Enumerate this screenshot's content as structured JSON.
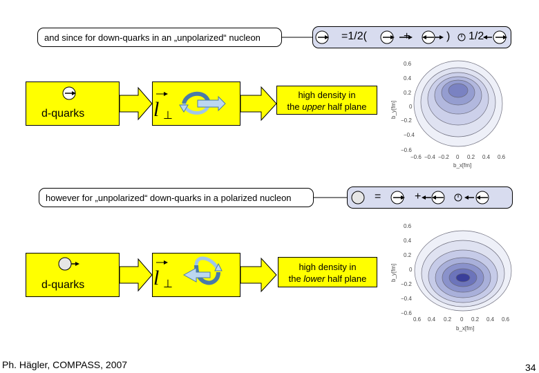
{
  "row1": {
    "intro": "and since for down-quarks in an „unpolarized“ nucleon",
    "eq": {
      "t1": "=1/2(",
      "t2": "+",
      "t3": ")",
      "t4": "1/2"
    },
    "quark_label": "d-quarks",
    "density_line1": "high density in",
    "density_pre": "the ",
    "density_em": "upper",
    "density_post": " half plane",
    "plot": {
      "yticks": [
        "0.6",
        "0.4",
        "0.2",
        "0",
        "−0.2",
        "−0.4",
        "−0.6"
      ],
      "xticks": [
        "−0.6",
        "−0.4",
        "−0.2",
        "0",
        "0.2",
        "0.4",
        "0.6"
      ],
      "ylabel": "b_y[fm]",
      "xlabel": "b_x[fm]"
    }
  },
  "row2": {
    "intro": "however for „unpolarized“ down-quarks in a polarized nucleon",
    "eq": {
      "t1": "=",
      "t2": "+"
    },
    "quark_label": "d-quarks",
    "density_line1": "high density in",
    "density_pre": "the ",
    "density_em": "lower",
    "density_post": " half plane",
    "plot": {
      "yticks": [
        "0.6",
        "0.4",
        "0.2",
        "0",
        "−0.2",
        "−0.4",
        "−0.6"
      ],
      "xticks": [
        "0.6",
        "0.4",
        "0.2",
        "0",
        "0.2",
        "0.4",
        "0.6"
      ],
      "ylabel": "b_y[fm]",
      "xlabel": "b_x[fm]"
    }
  },
  "footer": {
    "credit": "Ph. Hägler, COMPASS, 2007",
    "page": "34"
  },
  "colors": {
    "yellow": "#ffff00",
    "pill_blue": "#d8dcef",
    "arrow_fill": "#ffff00",
    "plot_dark": "#3a3f9a"
  }
}
